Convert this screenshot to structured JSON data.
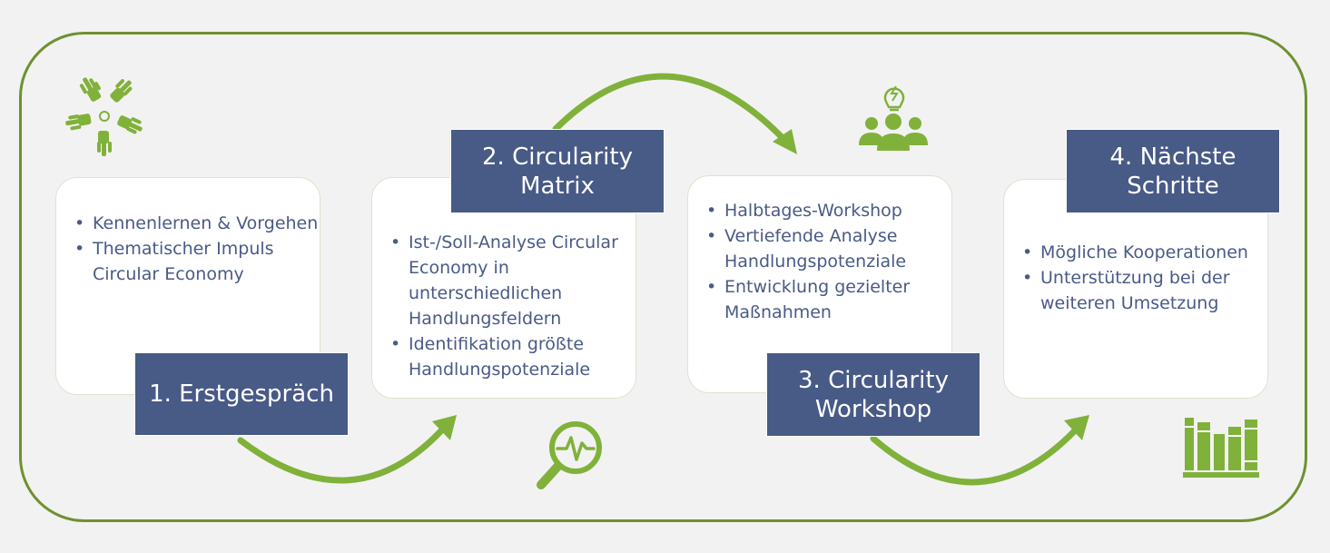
{
  "steps": [
    {
      "label": "1. Erstgespräch",
      "items": [
        "Kennenlernen & Vorgehen",
        "Thematischer Impuls Circular Economy"
      ]
    },
    {
      "label": "2. Circularity\nMatrix",
      "items": [
        "Ist-/Soll-Analyse Circular Economy in unterschiedlichen Handlungsfeldern",
        "Identifikation größte Handlungspotenziale"
      ]
    },
    {
      "label": "3. Circularity\nWorkshop",
      "items": [
        "Halbtages-Workshop",
        "Vertiefende Analyse Handlungspotenziale",
        "Entwicklung gezielter Maßnahmen"
      ]
    },
    {
      "label": "4. Nächste\nSchritte",
      "items": [
        "Mögliche Kooperationen",
        "Unterstützung bei der weiteren Umsetzung"
      ]
    }
  ],
  "icons": {
    "step1": "hands-together-icon",
    "step2": "magnifier-analysis-icon",
    "step3": "team-idea-icon",
    "step4": "books-icon"
  },
  "colors": {
    "accent_green": "#80b13a",
    "frame_green": "#6e9130",
    "label_blue": "#485a86",
    "text_blue": "#4a5a86"
  }
}
